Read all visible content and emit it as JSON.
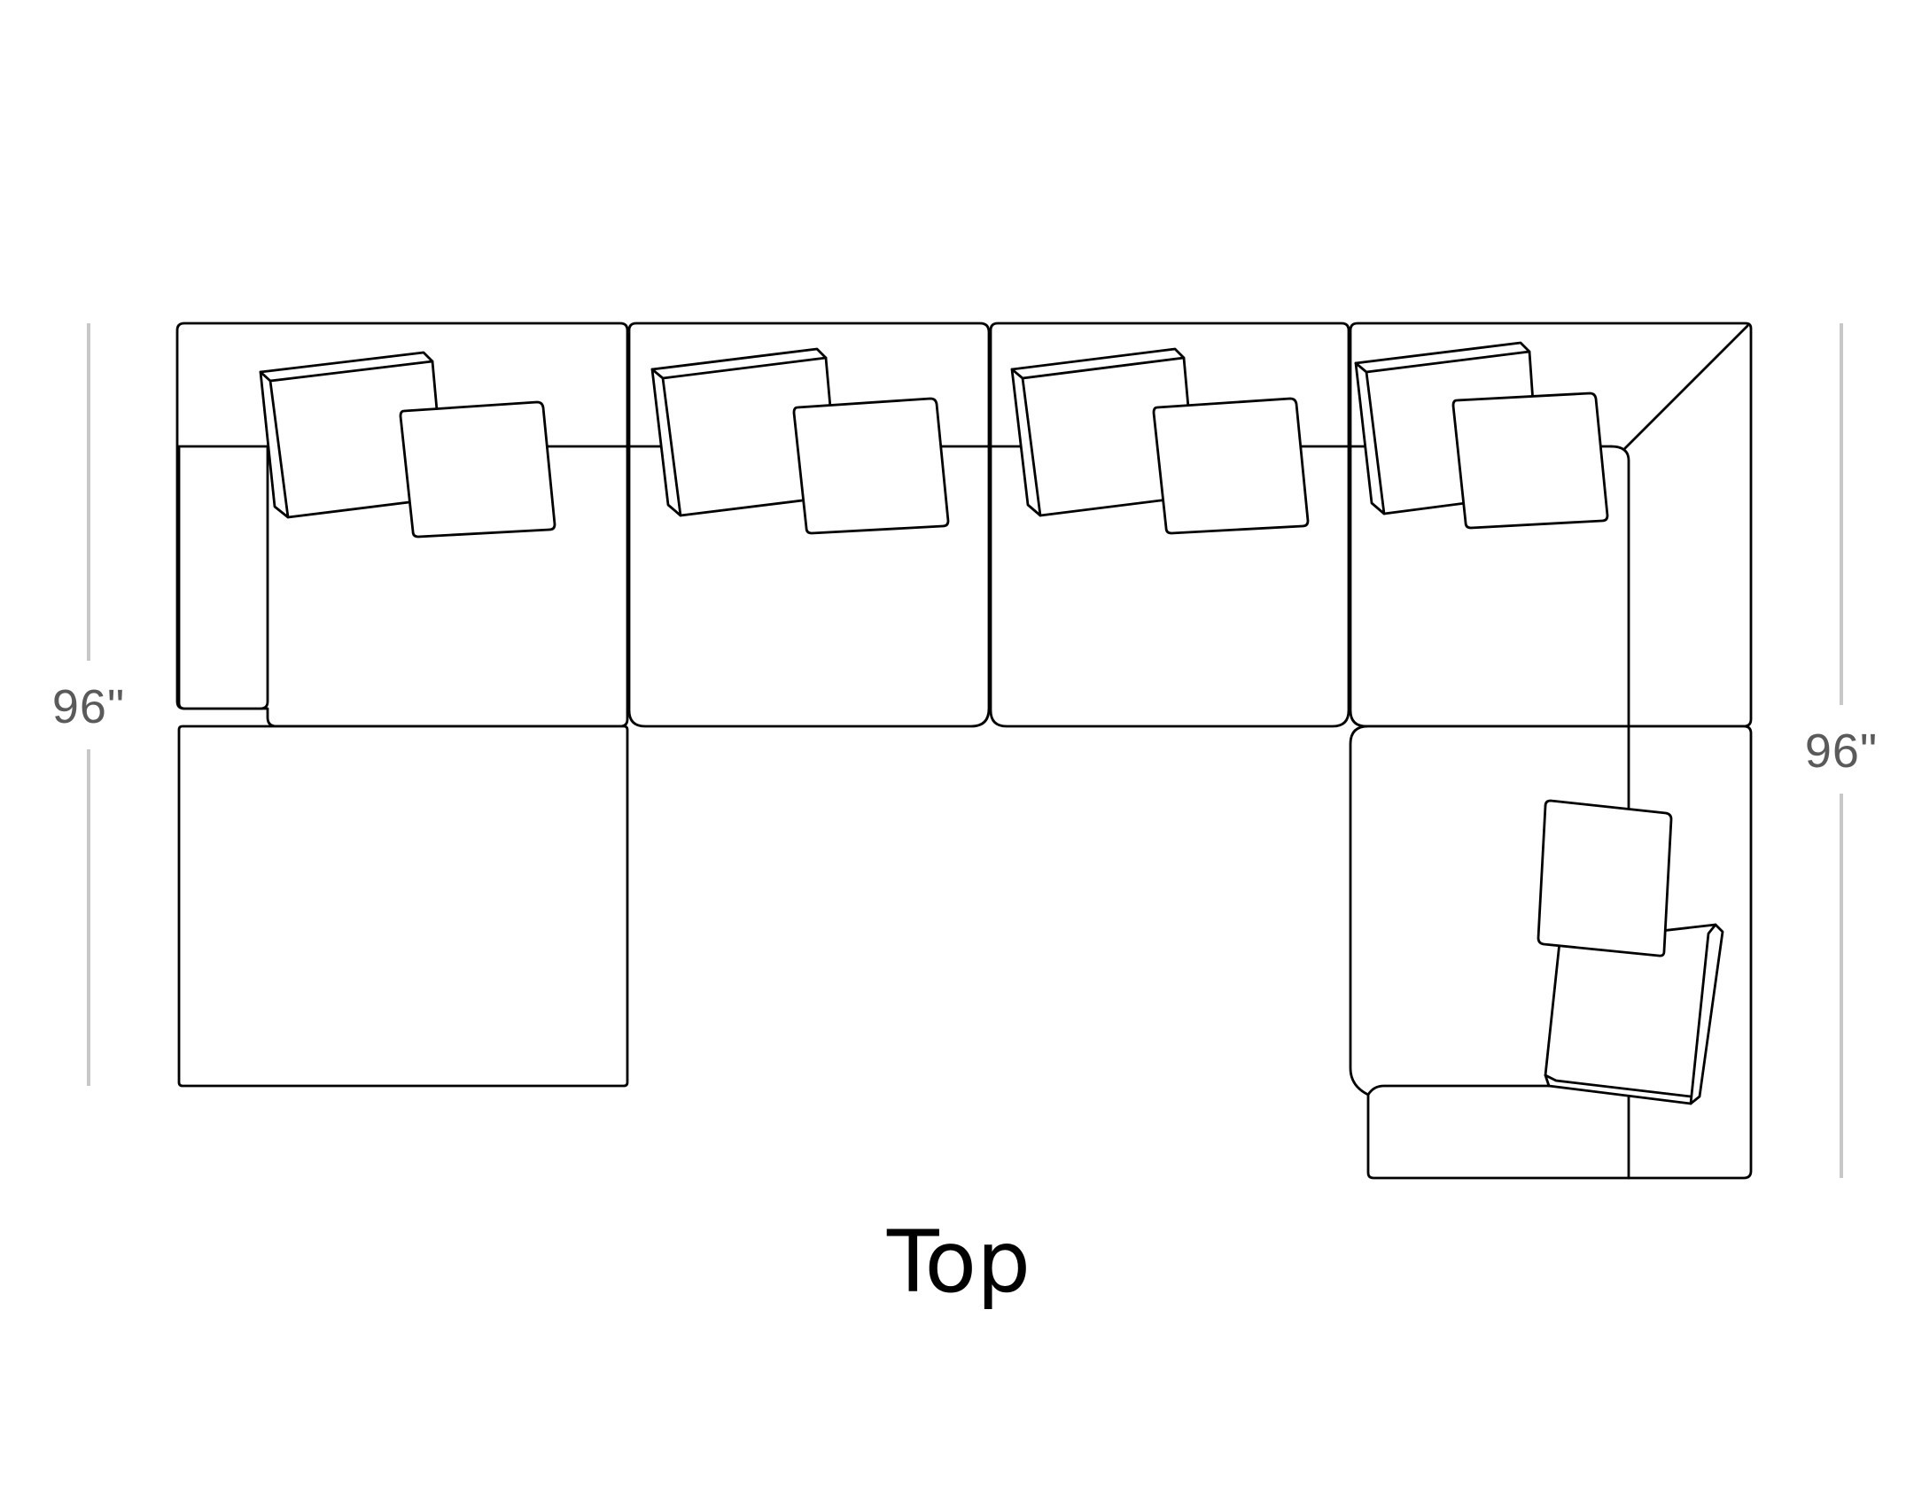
{
  "dimensions": {
    "left_depth": "96\"",
    "right_depth": "96\""
  },
  "view_label": "Top",
  "colors": {
    "outline": "#000000",
    "dimension_line": "#c8c8c8",
    "dimension_text": "#5a5a5a",
    "background": "#ffffff"
  }
}
